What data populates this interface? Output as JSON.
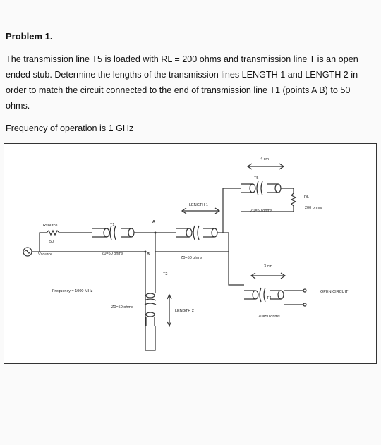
{
  "problem": {
    "heading": "Problem 1.",
    "paragraph": "The transmission line T5 is loaded with RL = 200 ohms and transmission line T is an open ended stub. Determine the lengths of the transmission lines LENGTH 1 and LENGTH 2 in order to match the circuit connected to the end of transmission line T1 (points A B) to 50 ohms.",
    "frequency_line": "Frequency of operation is 1 GHz"
  },
  "diagram": {
    "source_label": "Rsource",
    "source_value": "50",
    "vsource_label": "Vsource",
    "frequency_label": "Frequency = 1000 MHz",
    "t1_label": "T1",
    "t1_impedance": "Z0=50 ohms",
    "point_a": "A",
    "point_b": "B",
    "t2_label": "T2",
    "t2_impedance": "Z0=50 ohms",
    "length2_label": "LENGTH 2",
    "t3_label": "T3",
    "t3_impedance": "Z0=50 ohms",
    "length1_label": "LENGTH 1",
    "t5_label": "T5",
    "t5_length": "4 cm",
    "t5_impedance": "Z0=50 ohms",
    "rl_label": "RL",
    "rl_value": "200 ohms",
    "t4_label": "T4",
    "t4_length": "3 cm",
    "t4_impedance": "Z0=50 ohms",
    "open_circuit_label": "OPEN CIRCUIT"
  }
}
